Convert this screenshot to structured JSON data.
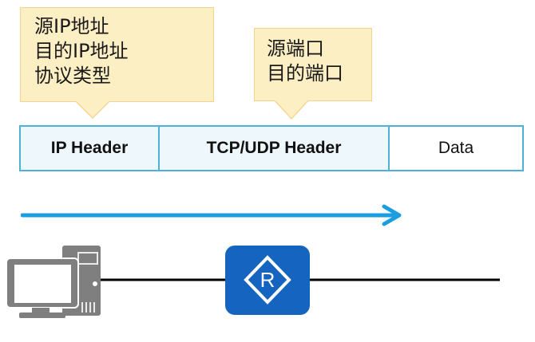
{
  "callouts": {
    "ip_header_fields": [
      "源IP地址",
      "目的IP地址",
      "协议类型"
    ],
    "tcp_header_fields": [
      "源端口",
      "目的端口"
    ]
  },
  "packet": {
    "segments": [
      {
        "label": "IP Header"
      },
      {
        "label": "TCP/UDP Header"
      },
      {
        "label": "Data"
      }
    ]
  },
  "colors": {
    "callout_fill": "#fdefc4",
    "callout_border": "#f3d590",
    "packet_border": "#4fb0da",
    "arrow": "#1a9ee0",
    "router": "#1565c0",
    "pc": "#7f7f7f"
  },
  "topology": {
    "nodes": [
      {
        "type": "pc-icon"
      },
      {
        "type": "router-icon",
        "label": "R"
      }
    ]
  }
}
